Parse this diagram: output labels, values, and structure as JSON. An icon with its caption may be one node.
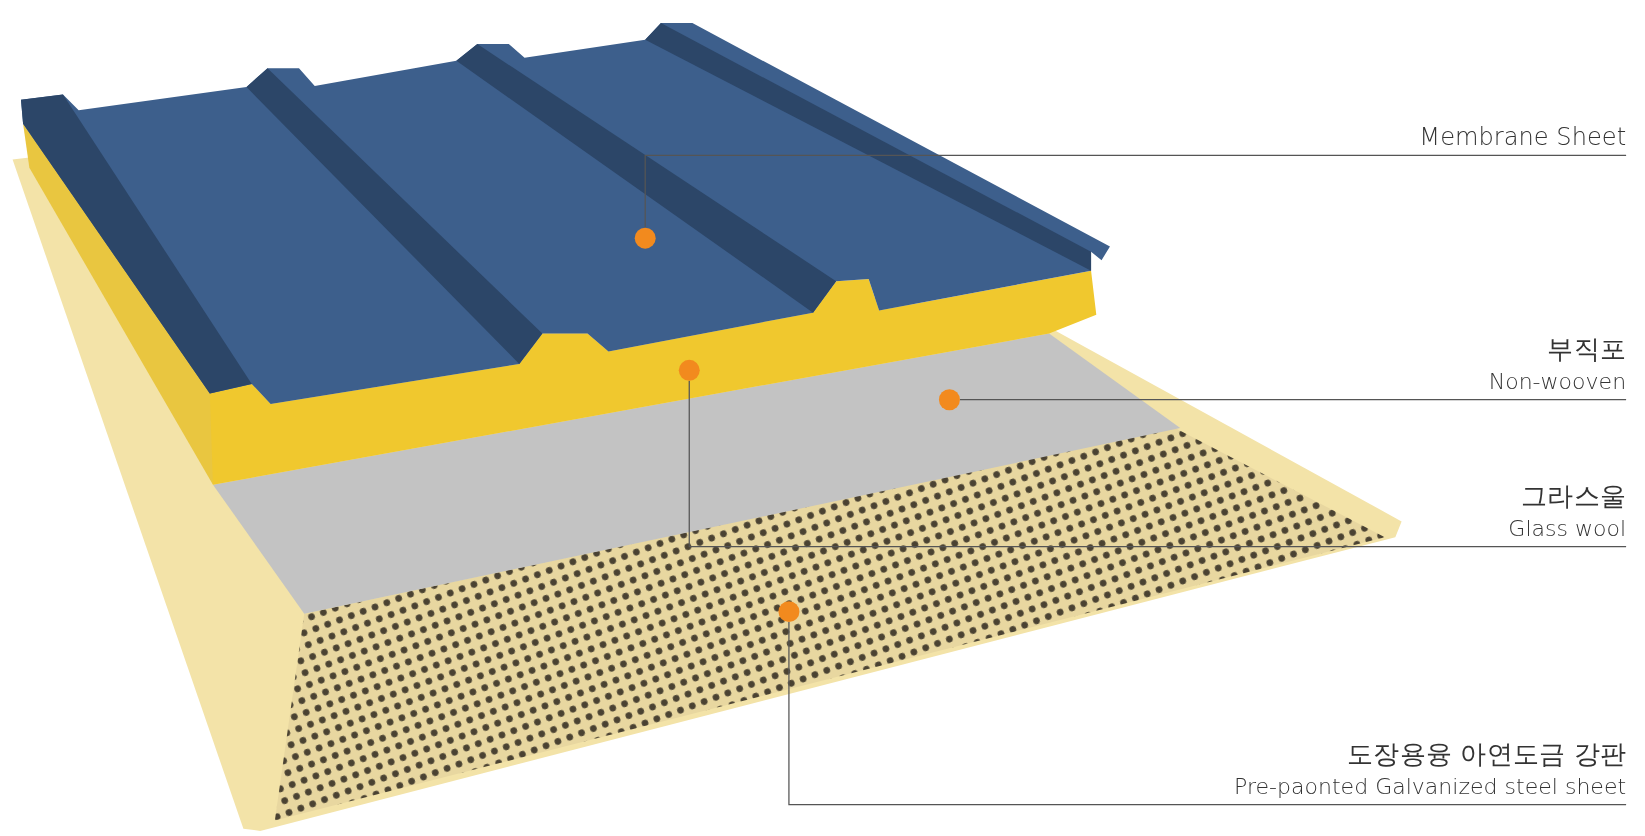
{
  "diagram": {
    "nodes": [
      {
        "text": [
          "Membrane Sheet"
        ]
      },
      {
        "text": [],
        "shape": "circle"
      },
      {
        "text": [
          "부직포",
          "Non-wooven"
        ]
      },
      {
        "text": [],
        "shape": "circle"
      },
      {
        "text": [
          "그라스울",
          "Glass wool"
        ]
      },
      {
        "text": [],
        "shape": "circle"
      },
      {
        "text": [
          "도장용융 아연도금 강판",
          "Pre-paonted Galvanized steel sheet"
        ]
      },
      {
        "text": [],
        "shape": "circle"
      }
    ],
    "edges": [
      {
        "from": 0,
        "to": 1,
        "arrow": "none"
      },
      {
        "from": 2,
        "to": 3,
        "arrow": "none"
      },
      {
        "from": 4,
        "to": 5,
        "arrow": "none"
      },
      {
        "from": 6,
        "to": 7,
        "arrow": "none"
      }
    ]
  }
}
